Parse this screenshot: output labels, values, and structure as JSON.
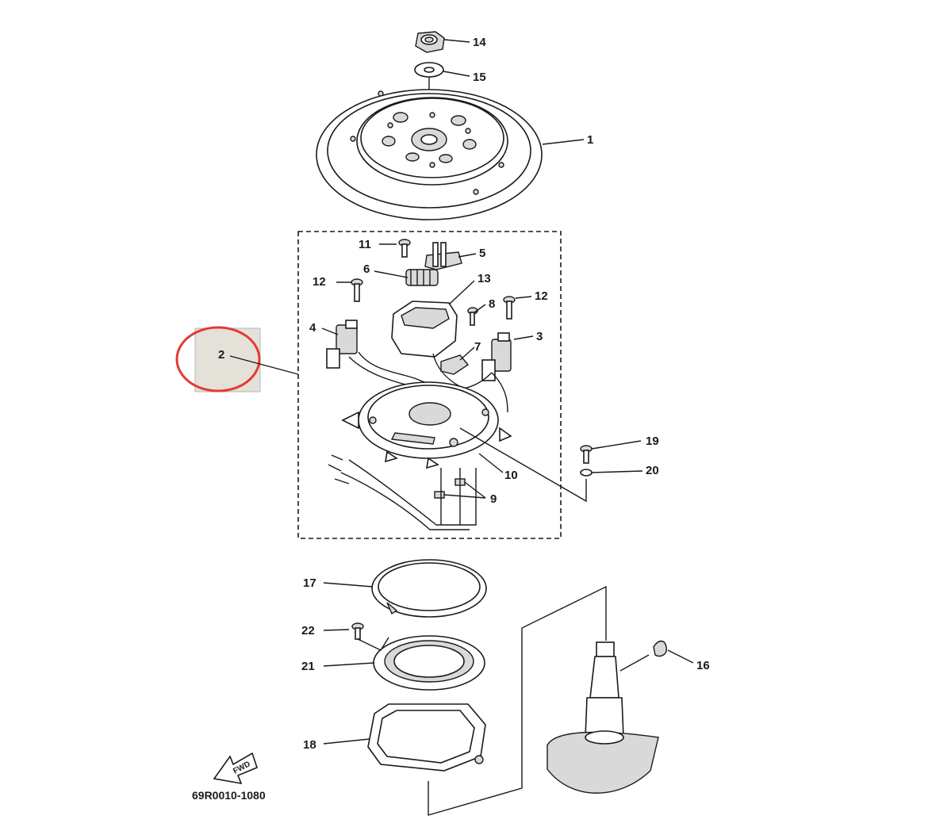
{
  "diagram": {
    "code": "69R0010-1080",
    "fwd_label": "FWD",
    "highlight_color": "#e53935",
    "callouts": [
      {
        "id": "c1",
        "text": "1"
      },
      {
        "id": "c2",
        "text": "2"
      },
      {
        "id": "c3",
        "text": "3"
      },
      {
        "id": "c4",
        "text": "4"
      },
      {
        "id": "c5",
        "text": "5"
      },
      {
        "id": "c6",
        "text": "6"
      },
      {
        "id": "c7",
        "text": "7"
      },
      {
        "id": "c8",
        "text": "8"
      },
      {
        "id": "c9",
        "text": "9"
      },
      {
        "id": "c10",
        "text": "10"
      },
      {
        "id": "c11",
        "text": "11"
      },
      {
        "id": "c12a",
        "text": "12"
      },
      {
        "id": "c12b",
        "text": "12"
      },
      {
        "id": "c13",
        "text": "13"
      },
      {
        "id": "c14",
        "text": "14"
      },
      {
        "id": "c15",
        "text": "15"
      },
      {
        "id": "c16",
        "text": "16"
      },
      {
        "id": "c17",
        "text": "17"
      },
      {
        "id": "c18",
        "text": "18"
      },
      {
        "id": "c19",
        "text": "19"
      },
      {
        "id": "c20",
        "text": "20"
      },
      {
        "id": "c21",
        "text": "21"
      },
      {
        "id": "c22",
        "text": "22"
      }
    ]
  }
}
